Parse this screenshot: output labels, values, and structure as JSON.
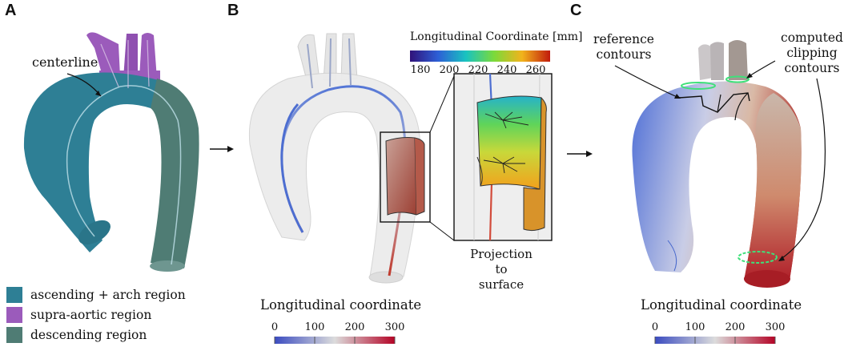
{
  "panels": {
    "a": "A",
    "b": "B",
    "c": "C"
  },
  "panel_a": {
    "centerline_label": "centerline",
    "legend": [
      {
        "label": "ascending + arch region",
        "color": "#2e7f95"
      },
      {
        "label": "supra-aortic region",
        "color": "#9b5bbb"
      },
      {
        "label": "descending region",
        "color": "#4f7c74"
      }
    ]
  },
  "panel_b": {
    "inset_colorbar": {
      "title": "Longitudinal Coordinate [mm]",
      "ticks": [
        "180",
        "200",
        "220",
        "240",
        "260"
      ],
      "colormap": "rainbow"
    },
    "projection_label_line1": "Projection to",
    "projection_label_line2": "surface",
    "colorbar": {
      "title": "Longitudinal coordinate",
      "ticks": [
        "0",
        "100",
        "200",
        "300"
      ],
      "colormap": "coolwarm"
    }
  },
  "panel_c": {
    "reference_label_line1": "reference",
    "reference_label_line2": "contours",
    "computed_label_line1": "computed",
    "computed_label_line2": "clipping",
    "computed_label_line3": "contours",
    "colorbar": {
      "title": "Longitudinal coordinate",
      "ticks": [
        "0",
        "100",
        "200",
        "300"
      ],
      "colormap": "coolwarm"
    }
  },
  "colors": {
    "ascending": "#2e7f95",
    "supra_aortic": "#9b5bbb",
    "descending": "#4f7c74",
    "contour_green": "#3fe07a"
  }
}
